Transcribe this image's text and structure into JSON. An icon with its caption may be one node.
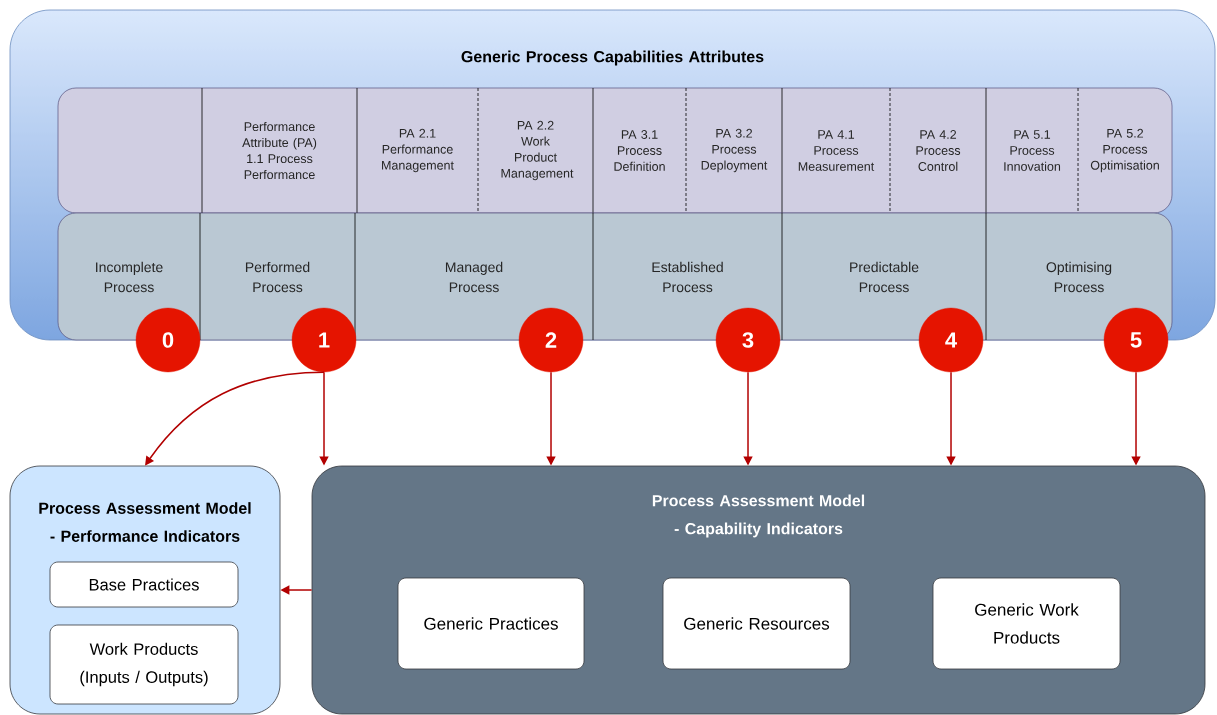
{
  "diagram": {
    "nodes": [
      {
        "text": [
          "Generic Process Capabilities Attributes"
        ]
      },
      {
        "text": [],
        "shape": "box",
        "in": 0
      },
      {
        "text": [
          "Performance Attribute (PA) 1.1 Process Performance"
        ],
        "in": 0
      },
      {
        "text": [
          "PA 2.1 Performance Management"
        ],
        "in": 0
      },
      {
        "text": [
          "PA 2.2 Work Product Management"
        ],
        "in": 0
      },
      {
        "text": [
          "PA 3.1 Process Definition"
        ],
        "in": 0
      },
      {
        "text": [
          "PA 3.2 Process Deployment"
        ],
        "in": 0
      },
      {
        "text": [
          "PA 4.1 Process Measurement"
        ],
        "in": 0
      },
      {
        "text": [
          "PA 4.2 Process Control"
        ],
        "in": 0
      },
      {
        "text": [
          "PA 5.1 Process Innovation"
        ],
        "in": 0
      },
      {
        "text": [
          "PA 5.2 Process Optimisation"
        ],
        "in": 0
      },
      {
        "text": [
          "Incomplete Process"
        ],
        "in": 0
      },
      {
        "text": [
          "Performed Process"
        ],
        "in": 0
      },
      {
        "text": [
          "Managed Process"
        ],
        "in": 0
      },
      {
        "text": [
          "Established Process"
        ],
        "in": 0
      },
      {
        "text": [
          "Predictable Process"
        ],
        "in": 0
      },
      {
        "text": [
          "Optimising Process"
        ],
        "in": 0
      },
      {
        "text": [
          "0"
        ]
      },
      {
        "text": [
          "1"
        ]
      },
      {
        "text": [
          "2"
        ]
      },
      {
        "text": [
          "3"
        ]
      },
      {
        "text": [
          "4"
        ]
      },
      {
        "text": [
          "5"
        ]
      },
      {
        "text": [
          "Process Assessment Model - Performance Indicators"
        ]
      },
      {
        "text": [
          "Base Practices"
        ],
        "in": 23
      },
      {
        "text": [
          "Work Products (Inputs / Outputs)"
        ],
        "in": 23
      },
      {
        "text": [
          "Process Assessment Model - Capability Indicators"
        ]
      },
      {
        "text": [
          "Generic Practices"
        ],
        "in": 26
      },
      {
        "text": [
          "Generic Resources"
        ],
        "in": 26
      },
      {
        "text": [
          "Generic Work Products"
        ],
        "in": 26
      }
    ],
    "edges": [
      {
        "from": 18,
        "to": 23,
        "arrow": "to"
      },
      {
        "from": 18,
        "to": 26,
        "arrow": "to"
      },
      {
        "from": 19,
        "to": 26,
        "arrow": "to"
      },
      {
        "from": 20,
        "to": 26,
        "arrow": "to"
      },
      {
        "from": 21,
        "to": 26,
        "arrow": "to"
      },
      {
        "from": 22,
        "to": 26,
        "arrow": "to"
      },
      {
        "from": 26,
        "to": 23,
        "arrow": "to"
      }
    ]
  }
}
